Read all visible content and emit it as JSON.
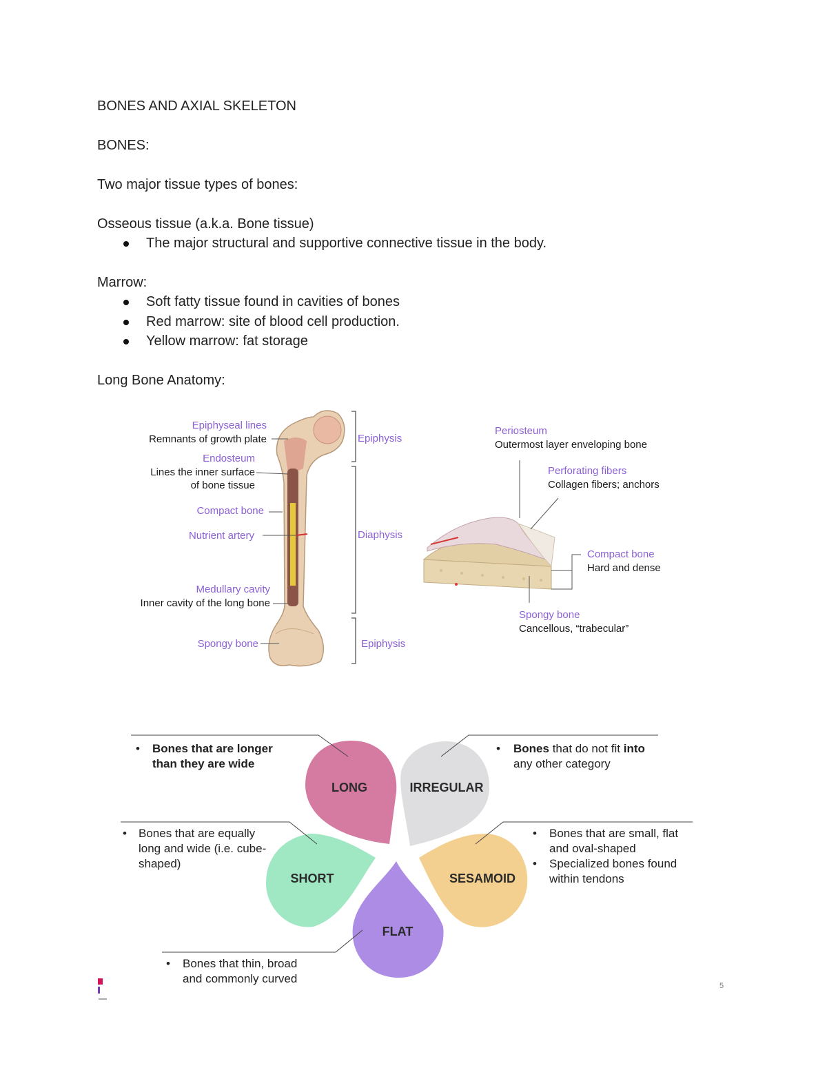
{
  "doc": {
    "title": "BONES AND AXIAL SKELETON",
    "section": "BONES:",
    "intro": "Two major tissue types of bones:",
    "osseous": {
      "heading": "Osseous tissue (a.k.a. Bone tissue)",
      "bullets": [
        "The major structural and supportive connective tissue in the body."
      ]
    },
    "marrow": {
      "heading": "Marrow:",
      "bullets": [
        "Soft fatty tissue found in cavities of bones",
        "Red marrow: site of blood cell production.",
        "Yellow marrow: fat storage"
      ]
    },
    "long_bone_heading": "Long Bone Anatomy:",
    "page_number": "5"
  },
  "bone_figure": {
    "epiphyseal_lines": "Epiphyseal lines",
    "epiphyseal_desc": "Remnants of growth plate",
    "endosteum": "Endosteum",
    "endosteum_desc_1": "Lines the inner surface",
    "endosteum_desc_2": "of bone tissue",
    "compact_bone": "Compact bone",
    "nutrient_artery": "Nutrient artery",
    "medullary_cavity": "Medullary cavity",
    "medullary_desc": "Inner cavity of the long bone",
    "spongy_bone": "Spongy bone",
    "epiphysis_top": "Epiphysis",
    "diaphysis": "Diaphysis",
    "epiphysis_bottom": "Epiphysis",
    "periosteum": "Periosteum",
    "periosteum_desc": "Outermost layer enveloping bone",
    "perforating_fibers": "Perforating fibers",
    "perforating_desc": "Collagen fibers; anchors",
    "compact_bone_right": "Compact bone",
    "compact_desc": "Hard and dense",
    "spongy_bone_right": "Spongy bone",
    "spongy_desc": "Cancellous, “trabecular”"
  },
  "bone_types": {
    "long": {
      "label": "LONG",
      "desc_1": "Bones that are longer",
      "desc_2": "than they are wide",
      "color": "#d57aa0"
    },
    "irregular": {
      "label": "IRREGULAR",
      "desc_1_bold": "Bones",
      "desc_1": " that do not fit ",
      "desc_1_bold2": "into",
      "desc_2": "any other category",
      "color": "#dedee0"
    },
    "short": {
      "label": "SHORT",
      "desc_1": "Bones that are equally",
      "desc_2": "long and wide (i.e. cube-",
      "desc_3": "shaped)",
      "color": "#9fe8c3"
    },
    "sesamoid": {
      "label": "SESAMOID",
      "desc_1": "Bones that are small, flat",
      "desc_2": "and oval-shaped",
      "desc_3": "Specialized bones found",
      "desc_4": "within tendons",
      "color": "#f3d08f"
    },
    "flat": {
      "label": "FLAT",
      "desc_1": "Bones that thin, broad",
      "desc_2": "and commonly curved",
      "color": "#ad8ce6"
    }
  }
}
